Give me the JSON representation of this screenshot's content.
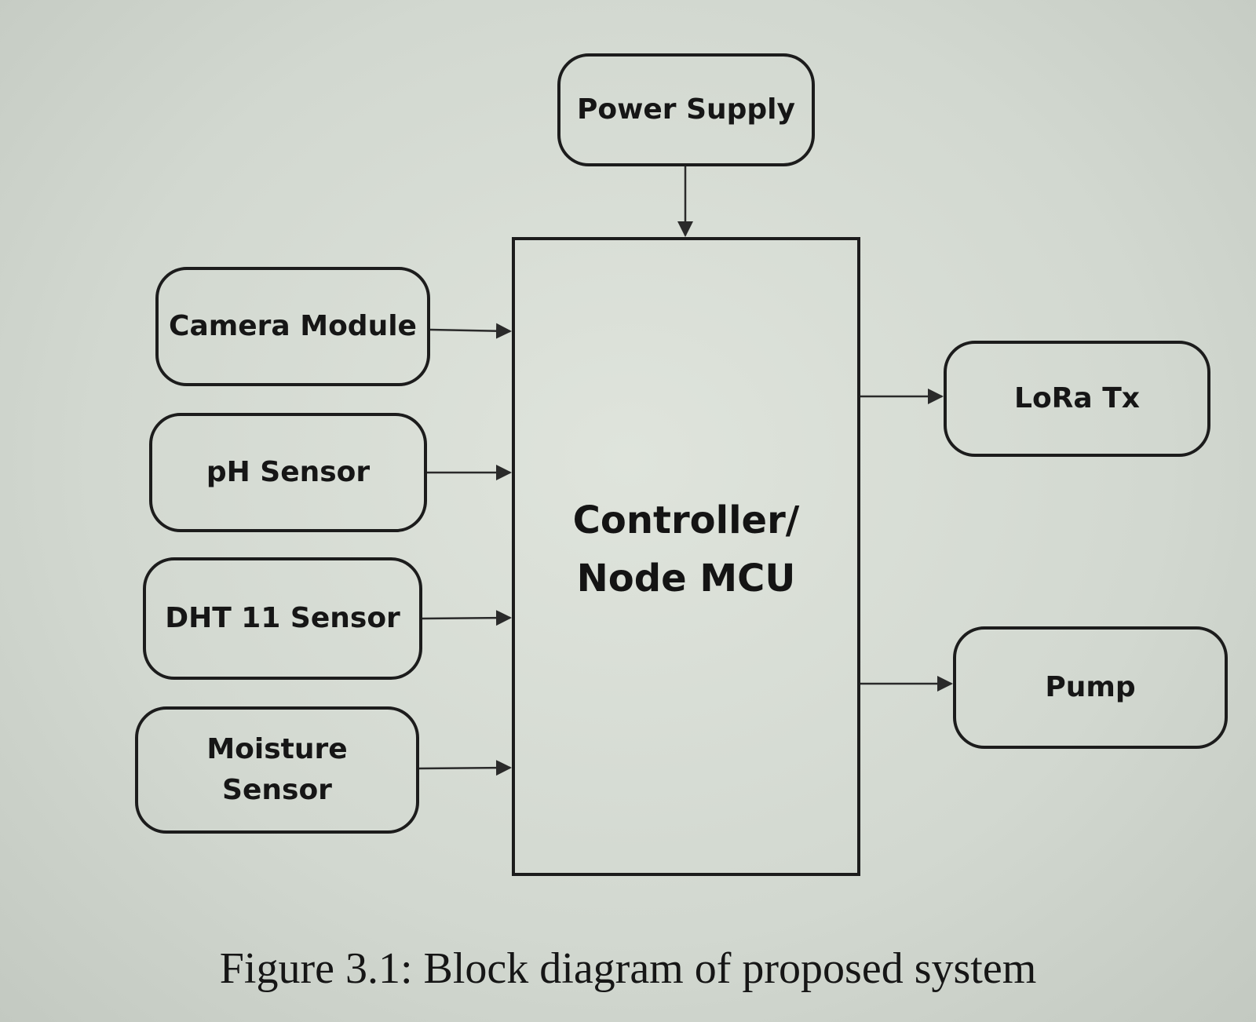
{
  "blocks": {
    "power_supply": "Power Supply",
    "camera_module": "Camera Module",
    "ph_sensor": "pH Sensor",
    "dht11_sensor": "DHT 11 Sensor",
    "moisture_sensor": "Moisture\nSensor",
    "controller": "Controller/\nNode MCU",
    "lora_tx": "LoRa Tx",
    "pump": "Pump"
  },
  "caption": "Figure 3.1: Block diagram of proposed system"
}
